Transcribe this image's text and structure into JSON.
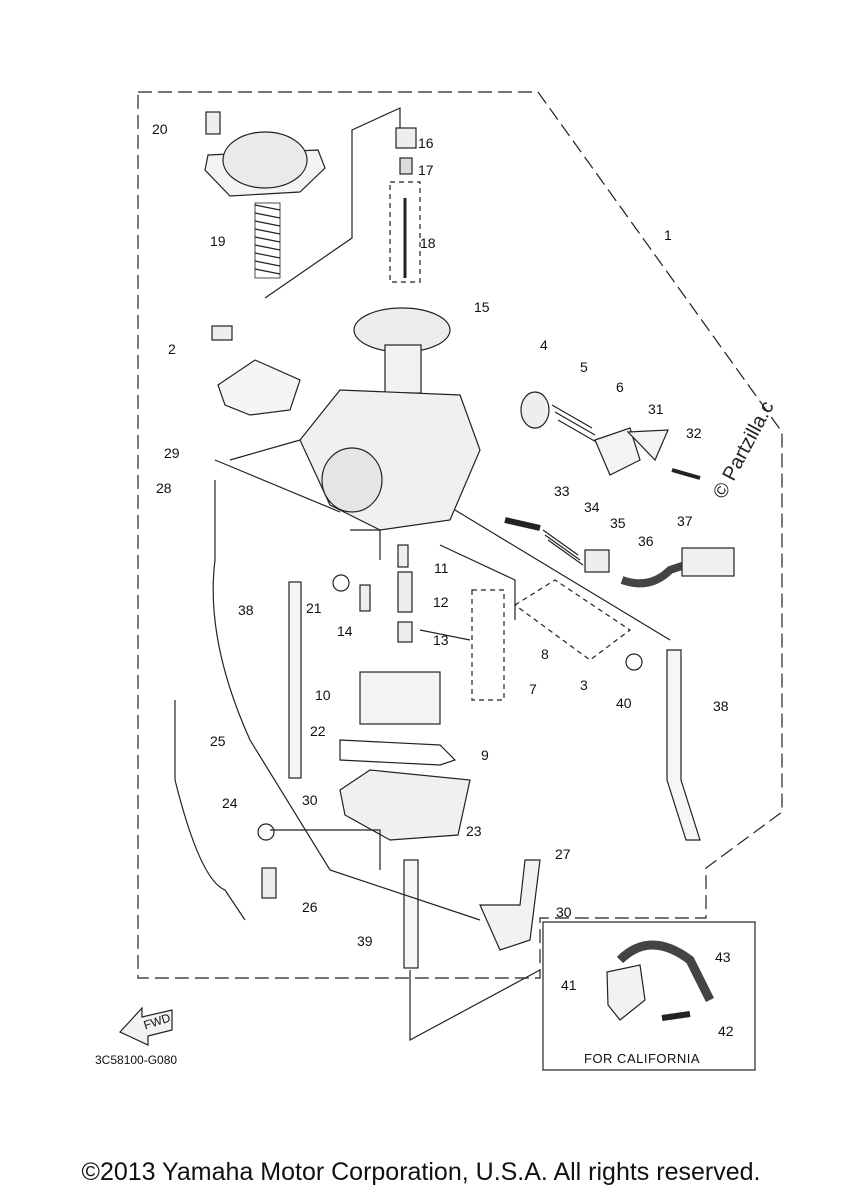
{
  "diagram": {
    "part_numbers": [
      "1",
      "2",
      "3",
      "4",
      "5",
      "6",
      "7",
      "8",
      "9",
      "10",
      "11",
      "12",
      "13",
      "14",
      "15",
      "16",
      "17",
      "18",
      "19",
      "20",
      "21",
      "22",
      "23",
      "24",
      "25",
      "26",
      "27",
      "28",
      "29",
      "30",
      "31",
      "32",
      "33",
      "34",
      "35",
      "36",
      "37",
      "38",
      "39",
      "40",
      "41",
      "42",
      "43"
    ],
    "callouts": {
      "p1": "1",
      "p2": "2",
      "p3": "3",
      "p4": "4",
      "p5": "5",
      "p6": "6",
      "p7": "7",
      "p8": "8",
      "p9": "9",
      "p10": "10",
      "p11": "11",
      "p12": "12",
      "p13": "13",
      "p14": "14",
      "p15": "15",
      "p16": "16",
      "p17": "17",
      "p18": "18",
      "p19": "19",
      "p20": "20",
      "p21": "21",
      "p22": "22",
      "p23": "23",
      "p24": "24",
      "p25": "25",
      "p26": "26",
      "p27": "27",
      "p28": "28",
      "p29": "29",
      "p30a": "30",
      "p30b": "30",
      "p31": "31",
      "p32": "32",
      "p33": "33",
      "p34": "34",
      "p35": "35",
      "p36": "36",
      "p37": "37",
      "p38a": "38",
      "p38b": "38",
      "p39": "39",
      "p40": "40",
      "p41": "41",
      "p42": "42",
      "p43": "43"
    },
    "california_box_label": "FOR CALIFORNIA",
    "fwd_label": "FWD",
    "diagram_code": "3C58100-G080",
    "watermark": "© Partzilla.c"
  },
  "footer": {
    "copyright": "©2013 Yamaha Motor Corporation, U.S.A. All rights reserved."
  }
}
